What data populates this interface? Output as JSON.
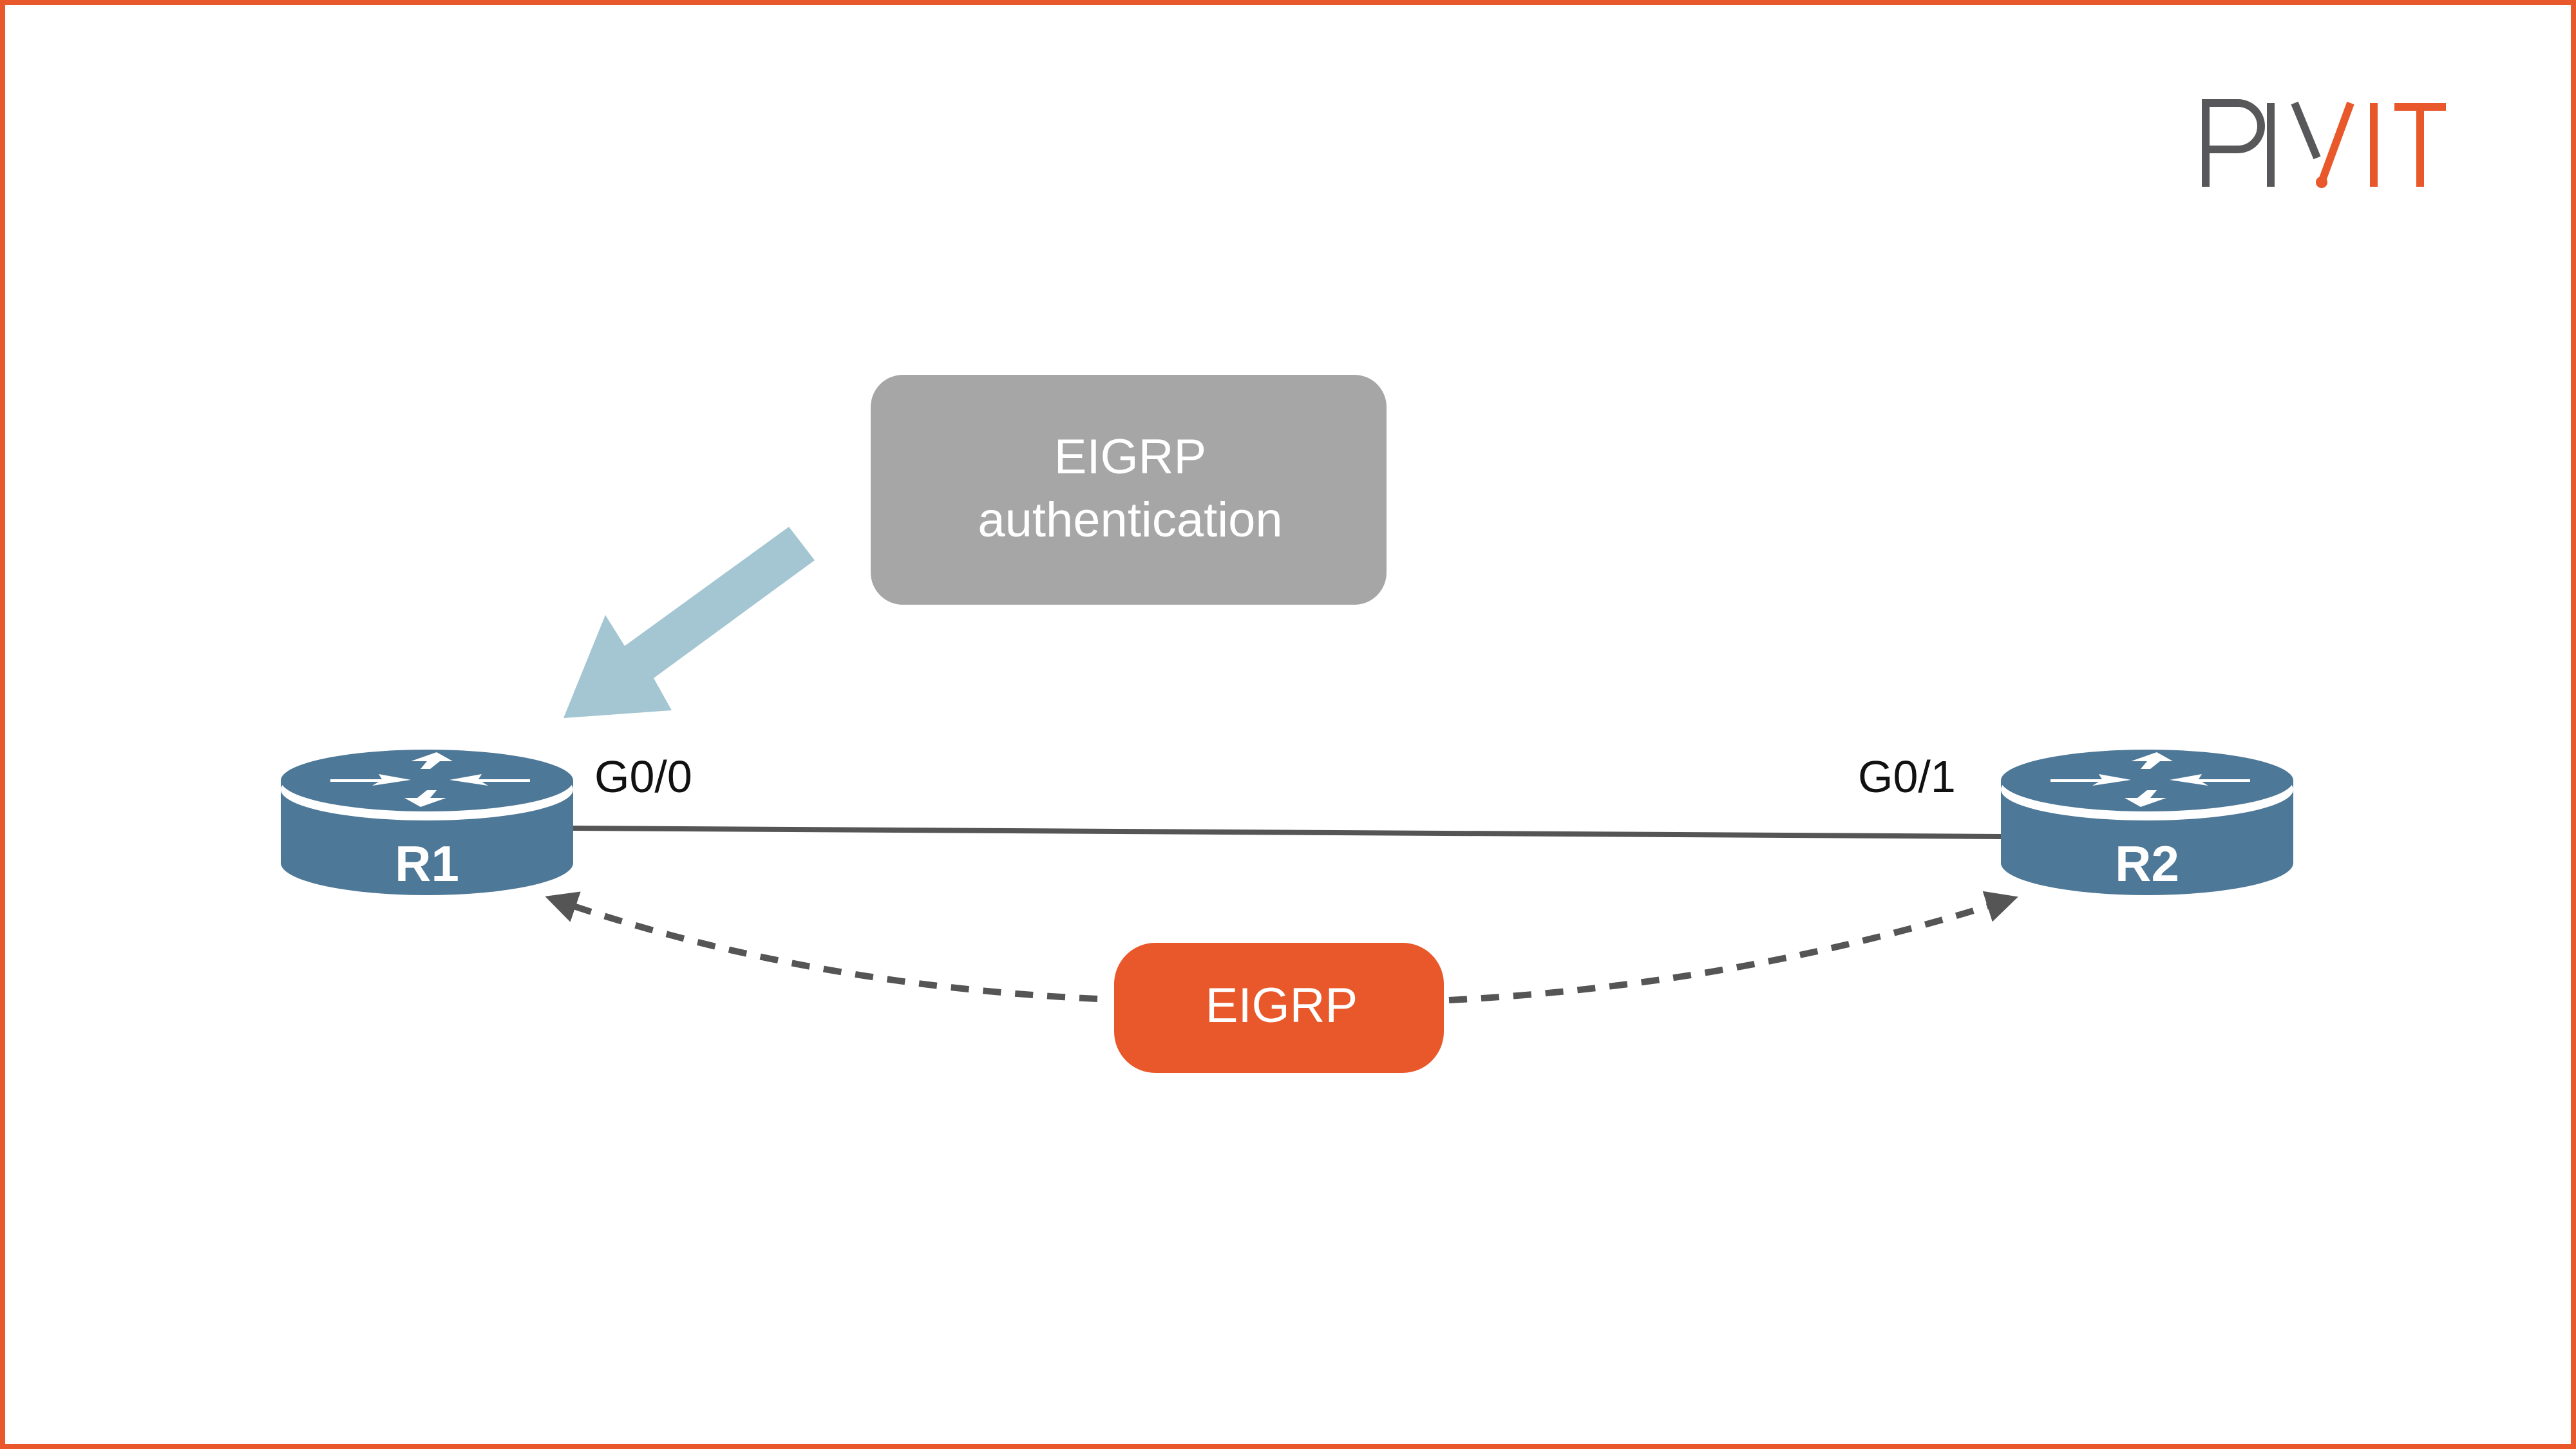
{
  "logo": {
    "text": "PIVIT",
    "gray": "#58585a",
    "orange": "#e8582a"
  },
  "callout": {
    "line1": "EIGRP",
    "line2": "authentication",
    "color": "#a6a6a6"
  },
  "protocol_label": {
    "text": "EIGRP",
    "color": "#e8582a"
  },
  "routers": [
    {
      "name": "R1",
      "interface": "G0/0"
    },
    {
      "name": "R2",
      "interface": "G0/1"
    }
  ],
  "colors": {
    "router": "#4e7897",
    "arrow": "#a3c6d2",
    "border": "#e8582a",
    "link": "#555555"
  }
}
